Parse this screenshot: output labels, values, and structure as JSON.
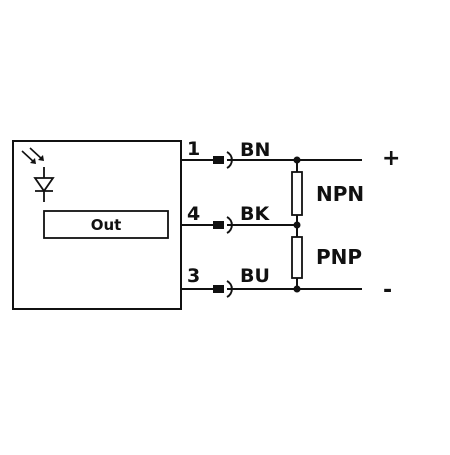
{
  "sensor": {
    "output_label": "Out",
    "icon": "photodiode-icon"
  },
  "wires": [
    {
      "pin": "1",
      "color": "BN"
    },
    {
      "pin": "4",
      "color": "BK"
    },
    {
      "pin": "3",
      "color": "BU"
    }
  ],
  "loads": [
    {
      "label": "NPN"
    },
    {
      "label": "PNP"
    }
  ],
  "supply": {
    "plus": "+",
    "minus": "-"
  }
}
